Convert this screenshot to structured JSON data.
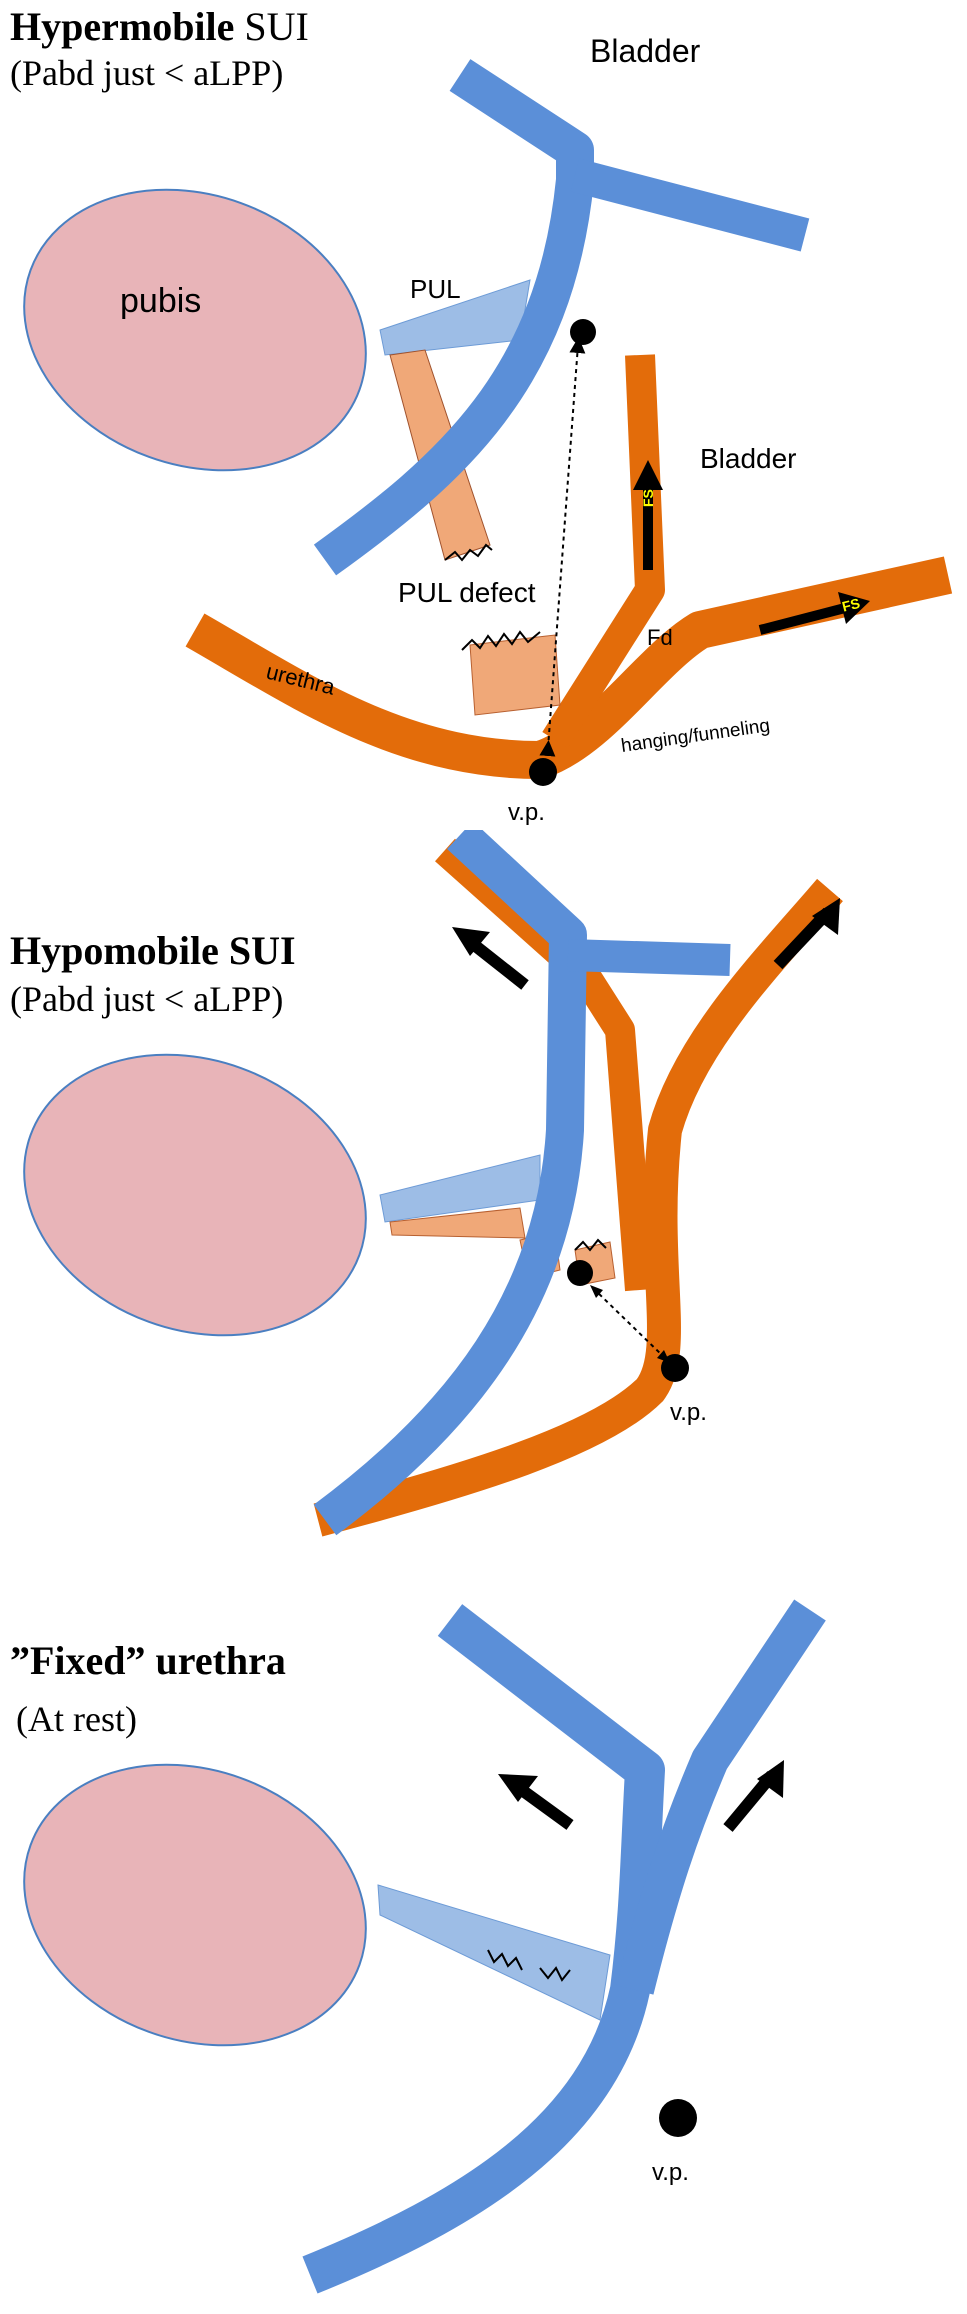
{
  "panel1": {
    "title_bold": "Hypermobile",
    "title_rest": " SUI",
    "subtitle": "(Pabd just < aLPP)",
    "labels": {
      "bladder_top": "Bladder",
      "pubis": "pubis",
      "pul": "PUL",
      "bladder_mid": "Bladder",
      "pul_defect": "PUL defect",
      "fd": "Fd",
      "urethra": "urethra",
      "hanging": "hanging/funneling",
      "vp": "v.p.",
      "fs1": "FS",
      "fs2": "FS"
    }
  },
  "panel2": {
    "title_bold": "Hypomobile SUI",
    "subtitle": "(Pabd just < aLPP)",
    "vp": "v.p."
  },
  "panel3": {
    "title_bold": "”Fixed” urethra",
    "subtitle": "(At rest)",
    "vp": "v.p."
  },
  "colors": {
    "pubis_fill": "#e8b4b8",
    "pubis_stroke": "#4a7fc1",
    "blue": "#5b8fd8",
    "orange": "#e36c0a",
    "ligament_blue": "#9dbde6",
    "ligament_orange": "#f0a878",
    "black": "#000000",
    "fs_text": "#ffff00"
  }
}
